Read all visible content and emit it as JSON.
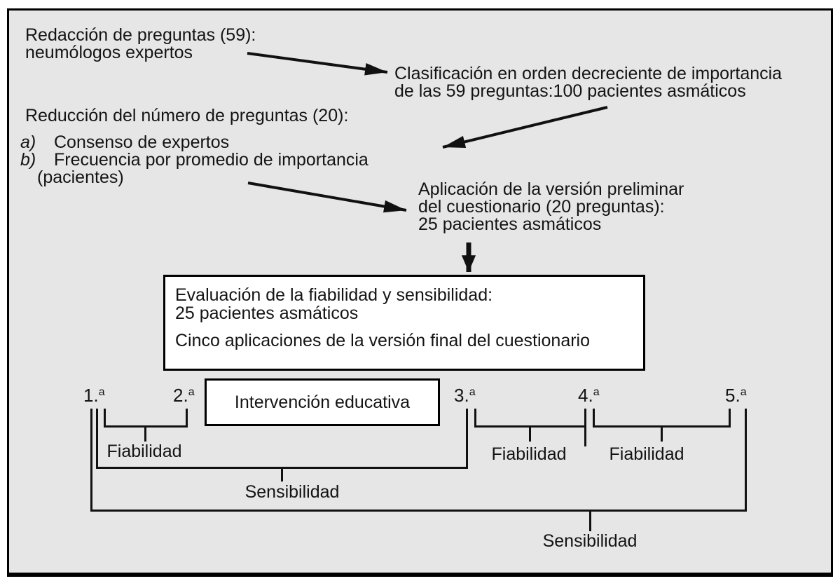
{
  "palette": {
    "background": "#ffffff",
    "panel": "#e6e6e6",
    "ink": "#141414",
    "line": "#111111",
    "box_fill": "#ffffff"
  },
  "flow": {
    "redaccion": {
      "line1": "Redacción de preguntas (59):",
      "line2": "neumólogos expertos"
    },
    "clasificacion": {
      "line1": "Clasificación en orden decreciente de importancia",
      "line2": "de las 59 preguntas:100 pacientes asmáticos"
    },
    "reduccion": {
      "heading": "Reducción del número de preguntas (20):",
      "items": [
        {
          "marker": "a)",
          "text": "Consenso de expertos"
        },
        {
          "marker": "b)",
          "text": "Frecuencia por promedio de importancia"
        }
      ],
      "continuation": "(pacientes)"
    },
    "aplicacion": {
      "line1": "Aplicación de la versión preliminar",
      "line2": "del cuestionario (20 preguntas):",
      "line3": "25 pacientes asmáticos"
    },
    "evaluacion": {
      "line1": "Evaluación de la fiabilidad y sensibilidad:",
      "line2": "25 pacientes asmáticos",
      "line3": "Cinco aplicaciones de la versión final del cuestionario"
    },
    "intervencion": {
      "label": "Intervención educativa"
    }
  },
  "timeline": {
    "points": [
      {
        "num": "1.",
        "sup": "a"
      },
      {
        "num": "2.",
        "sup": "a"
      },
      {
        "num": "3.",
        "sup": "a"
      },
      {
        "num": "4.",
        "sup": "a"
      },
      {
        "num": "5.",
        "sup": "a"
      }
    ],
    "labels": {
      "fiab1": "Fiabilidad",
      "fiab2": "Fiabilidad",
      "fiab3": "Fiabilidad",
      "sens1": "Sensibilidad",
      "sens2": "Sensibilidad"
    }
  }
}
